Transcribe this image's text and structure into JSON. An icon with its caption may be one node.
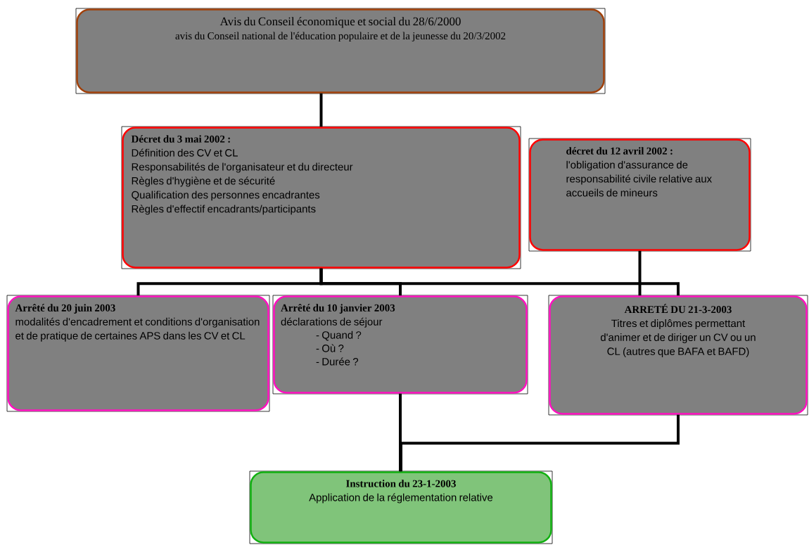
{
  "diagram": {
    "nodes": [
      {
        "text": [
          "Avis du Conseil économique et social du 28/6/2000",
          "avis du Conseil national de l'éducation populaire et de la jeunesse du 20/3/2002"
        ]
      },
      {
        "text": [
          "Décret du 3 mai 2002 :",
          "Définition des CV et CL",
          "Responsabilités de l'organisateur et du directeur",
          "Règles d'hygiène et de sécurité",
          "Qualification des personnes encadrantes",
          "Règles d'effectif encadrants/participants"
        ]
      },
      {
        "text": [
          "décret du 12 avril 2002 :",
          "l'obligation d'assurance de responsabilité civile relative aux accueils de mineurs"
        ]
      },
      {
        "text": [
          "Arrêté du 20 juin 2003",
          "modalités d'encadrement et conditions d'organisation et de pratique de certaines APS dans les CV et CL"
        ]
      },
      {
        "text": [
          "Arrêté du 10 janvier 2003",
          "déclarations de séjour",
          "- Quand ?",
          "- Où ?",
          "- Durée ?"
        ]
      },
      {
        "text": [
          "ARRETÉ DU 21-3-2003",
          "Titres et diplômes permettant d'animer et de diriger un CV ou un CL (autres que BAFA et BAFD)"
        ]
      },
      {
        "text": [
          "Instruction du 23-1-2003",
          "Application de la réglementation relative"
        ]
      }
    ],
    "edges": [
      {
        "from": 0,
        "to": 1,
        "arrow": "none"
      },
      {
        "from": 1,
        "to": 3,
        "arrow": "none"
      },
      {
        "from": 1,
        "to": 4,
        "arrow": "none"
      },
      {
        "from": 1,
        "to": 5,
        "arrow": "none"
      },
      {
        "from": 2,
        "to": 5,
        "arrow": "none"
      },
      {
        "from": 4,
        "to": 6,
        "arrow": "none"
      },
      {
        "from": 5,
        "to": 6,
        "arrow": "none"
      }
    ]
  }
}
